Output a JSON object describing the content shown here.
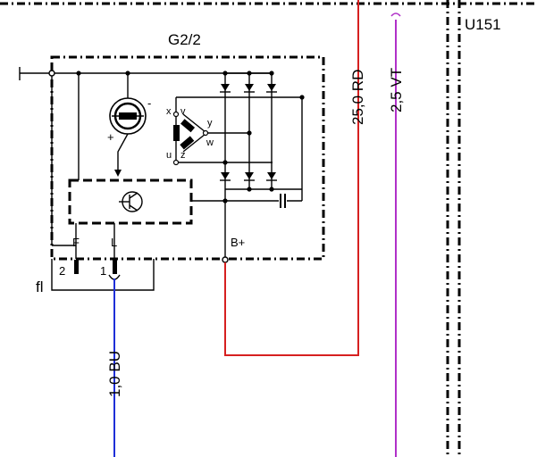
{
  "component": {
    "name": "G2/2"
  },
  "connector_ref": "U151",
  "pins": {
    "p2_number": "2",
    "p1_number": "1",
    "f_label": "F",
    "l_label": "L",
    "bplus_label": "B+"
  },
  "stator_labels": {
    "x": "x",
    "v": "v",
    "y": "y",
    "w": "w",
    "u": "u",
    "z": "z"
  },
  "regulator": {
    "plus": "+",
    "minus": "-"
  },
  "harness_label": "fl",
  "wires": [
    {
      "id": "red",
      "label": "25,0 RD",
      "color": "#d62020"
    },
    {
      "id": "violet",
      "label": "2,5 VT",
      "color": "#b030c8"
    },
    {
      "id": "blue",
      "label": "1,0 BU",
      "color": "#1e2ed8"
    }
  ],
  "colors": {
    "outline": "#000000",
    "background": "#ffffff"
  }
}
